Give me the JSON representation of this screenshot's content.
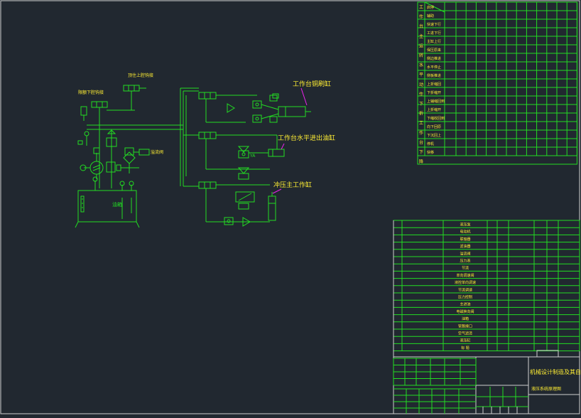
{
  "colors": {
    "background": "#212830",
    "line": "#22dd22",
    "label": "#ffee33",
    "leader": "#ee22ee",
    "frame": "#cfcfcf"
  },
  "labels": {
    "top_valve": "顶住上腔钩接",
    "left_valve": "限额下腔钩接",
    "relief_valve": "溢流阀",
    "tank_name": "油箱",
    "cyl1": "工作台铜刷缸",
    "cyl2": "工作台水平进出油缸",
    "cyl3": "冲压主工作缸",
    "ya": "YA"
  },
  "action_table": {
    "row_labels": [
      "启停",
      "辅助",
      "快速下行",
      "工进下行",
      "主缸上行",
      "保压原来",
      "侧边推进",
      "水平停止",
      "侧板推进",
      "上折缩回",
      "下折缩开",
      "上辅缩回到",
      "上折缩开",
      "下缩收回到",
      "向下回原",
      "下沉回上",
      "停机",
      "快移"
    ],
    "col_labels": [
      "工",
      "作",
      "台",
      "主",
      "运",
      "转",
      "水",
      "平",
      "动",
      "作",
      "下",
      "折",
      "工",
      "作",
      "台",
      "下",
      "降"
    ]
  },
  "parts_list": {
    "rows": [
      "液压泵",
      "电动机",
      "联轴器",
      "滤油器",
      "溢流阀",
      "压力表",
      "节流",
      "单向调速阀",
      "液控单向调速",
      "节流调速",
      "压力控制",
      "主进油",
      "电磁换向阀",
      "油箱",
      "管路接口",
      "空气滤清",
      "液压缸",
      "标    题"
    ]
  },
  "title_block": {
    "title": "机械设计制造及其自动化",
    "subtitle": "液压系统原理图"
  }
}
